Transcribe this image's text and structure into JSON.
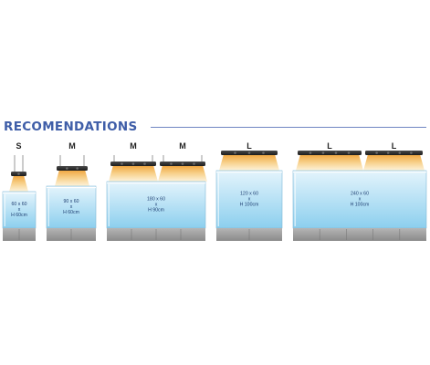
{
  "heading": "RECOMENDATIONS",
  "colors": {
    "heading": "#3f5ea8",
    "rule": "#6f86c2",
    "water_top": "#dff2fb",
    "water_bottom": "#8fd0ee",
    "glow": "#f4b04a",
    "fixture": "#2b2b2b",
    "stand": "#9a9a9a"
  },
  "tanks": [
    {
      "dimensions": [
        "60 x 60",
        "x",
        "H 60cm"
      ],
      "lights": [
        {
          "size": "S"
        }
      ]
    },
    {
      "dimensions": [
        "90 x 60",
        "x",
        "H 60cm"
      ],
      "lights": [
        {
          "size": "M"
        }
      ]
    },
    {
      "dimensions": [
        "180 x 60",
        "x",
        "H 90cm"
      ],
      "lights": [
        {
          "size": "M"
        },
        {
          "size": "M"
        }
      ]
    },
    {
      "dimensions": [
        "120 x 60",
        "x",
        "H 100cm"
      ],
      "lights": [
        {
          "size": "L"
        }
      ]
    },
    {
      "dimensions": [
        "240 x 60",
        "x",
        "H 100cm"
      ],
      "lights": [
        {
          "size": "L"
        },
        {
          "size": "L"
        }
      ]
    }
  ]
}
